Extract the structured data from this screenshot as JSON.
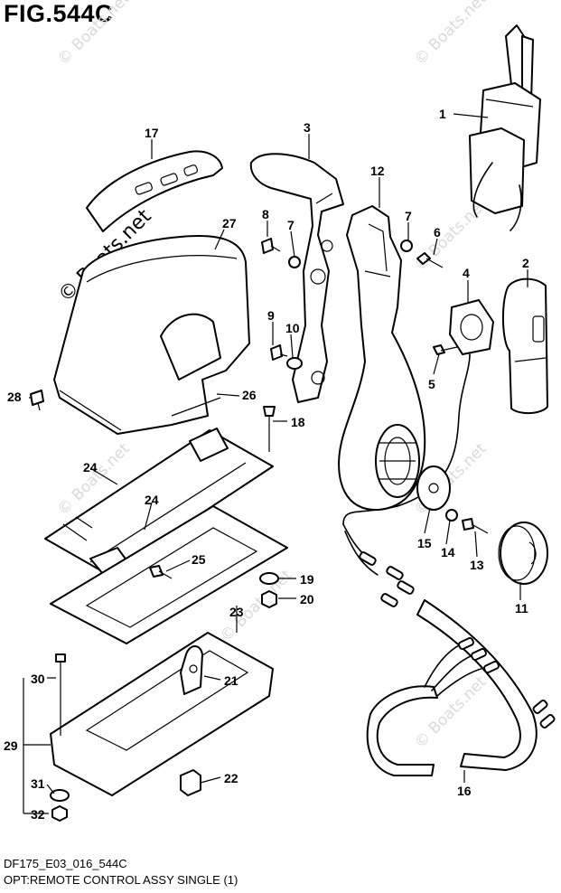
{
  "figure": {
    "title": "FIG.544C",
    "code": "DF175_E03_016_544C",
    "caption": "OPT:REMOTE CONTROL ASSY SINGLE (1)"
  },
  "watermarks": {
    "prominent": "© Boats.net",
    "faint": [
      "© Boats.net",
      "© Boats.net",
      "© Boats.net",
      "© Boats.net",
      "© Boats.net",
      "© Boats.net",
      "© Boats.net",
      "© Boats.net"
    ]
  },
  "callouts": [
    "1",
    "2",
    "3",
    "4",
    "5",
    "6",
    "7",
    "7",
    "8",
    "9",
    "10",
    "11",
    "12",
    "13",
    "14",
    "15",
    "16",
    "17",
    "18",
    "19",
    "20",
    "21",
    "22",
    "23",
    "24",
    "24",
    "25",
    "26",
    "27",
    "28",
    "29",
    "30",
    "31",
    "32"
  ]
}
